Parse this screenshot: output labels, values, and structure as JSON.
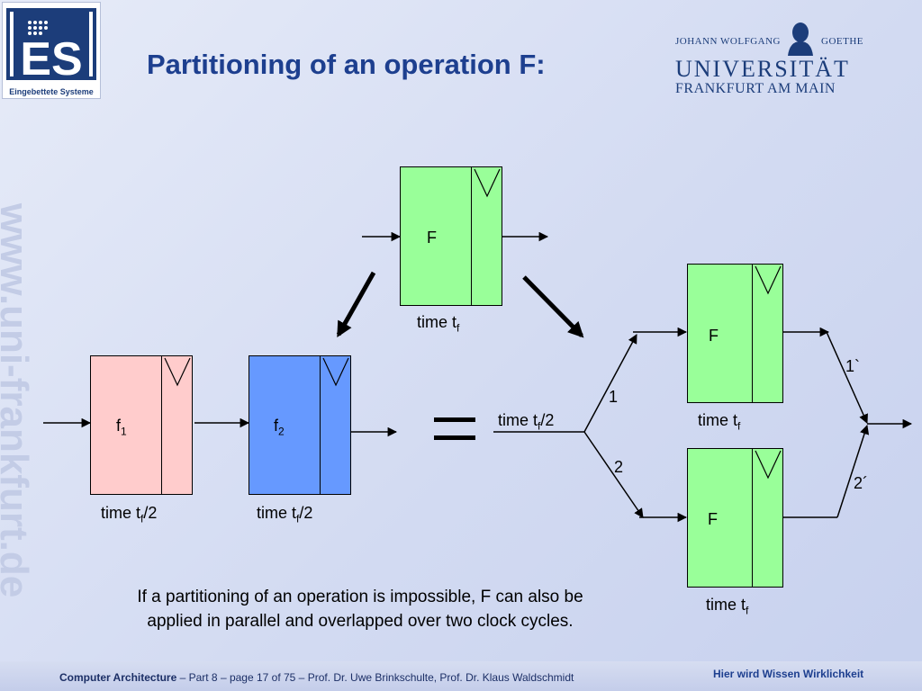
{
  "slide": {
    "title": "Partitioning of an operation F:",
    "caption_line1": "If a partitioning of an operation is impossible, F can also be",
    "caption_line2": "applied in parallel and overlapped over two clock cycles."
  },
  "logo": {
    "caption": "Eingebettete Systeme",
    "letters": "ES"
  },
  "university": {
    "line1_left": "JOHANN WOLFGANG",
    "line1_right": "GOETHE",
    "line2": "UNIVERSITÄT",
    "line3": "FRANKFURT AM MAIN"
  },
  "watermark": "www.uni-frankfurt.de",
  "diagram": {
    "top_box": {
      "label": "F",
      "time_prefix": "time t",
      "time_sub": "f",
      "time_suffix": ""
    },
    "f1_box": {
      "label": "f",
      "label_sub": "1",
      "time_prefix": "time t",
      "time_sub": "f",
      "time_suffix": "/2"
    },
    "f2_box": {
      "label": "f",
      "label_sub": "2",
      "time_prefix": "time t",
      "time_sub": "f",
      "time_suffix": "/2"
    },
    "input_time": {
      "prefix": "time t",
      "sub": "f",
      "suffix": "/2"
    },
    "upper_box": {
      "label": "F",
      "time_prefix": "time t",
      "time_sub": "f",
      "time_suffix": ""
    },
    "lower_box": {
      "label": "F",
      "time_prefix": "time t",
      "time_sub": "f",
      "time_suffix": ""
    },
    "branch_labels": {
      "upper_in": "1",
      "lower_in": "2",
      "upper_out": "1`",
      "lower_out": "2´"
    }
  },
  "footer": {
    "course": "Computer Architecture",
    "details": " – Part 8 – page 17 of 75 – Prof. Dr. Uwe Brinkschulte, Prof. Dr. Klaus Waldschmidt",
    "slogan": "Hier wird Wissen Wirklichkeit"
  },
  "colors": {
    "title": "#1d3f8f",
    "box_green": "#99ff99",
    "box_pink": "#ffcccc",
    "box_blue": "#6699ff"
  }
}
